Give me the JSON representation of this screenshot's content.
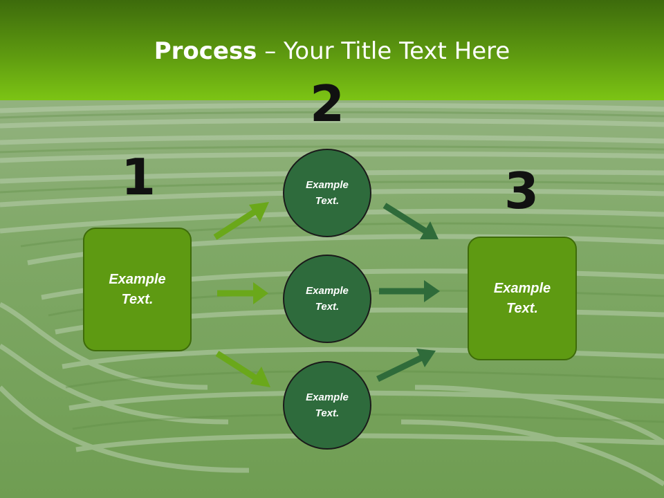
{
  "slide": {
    "title_bold": "Process",
    "title_rest": " – Your Title Text Here"
  },
  "numbers": {
    "n1": "1",
    "n2": "2",
    "n3": "3"
  },
  "left_box": {
    "line1": "Example",
    "line2": "Text."
  },
  "circles": [
    {
      "line1": "Example",
      "line2": "Text."
    },
    {
      "line1": "Example",
      "line2": "Text."
    },
    {
      "line1": "Example",
      "line2": "Text."
    }
  ],
  "right_box": {
    "line1": "Example",
    "line2": "Text."
  },
  "colors": {
    "header_top": "#3d6b0c",
    "header_bottom": "#7cc414",
    "box_fill": "#5e9a12",
    "circle_fill": "#2e6b3c",
    "arrow_light": "#6aa81a",
    "arrow_dark": "#2f6b3a"
  }
}
